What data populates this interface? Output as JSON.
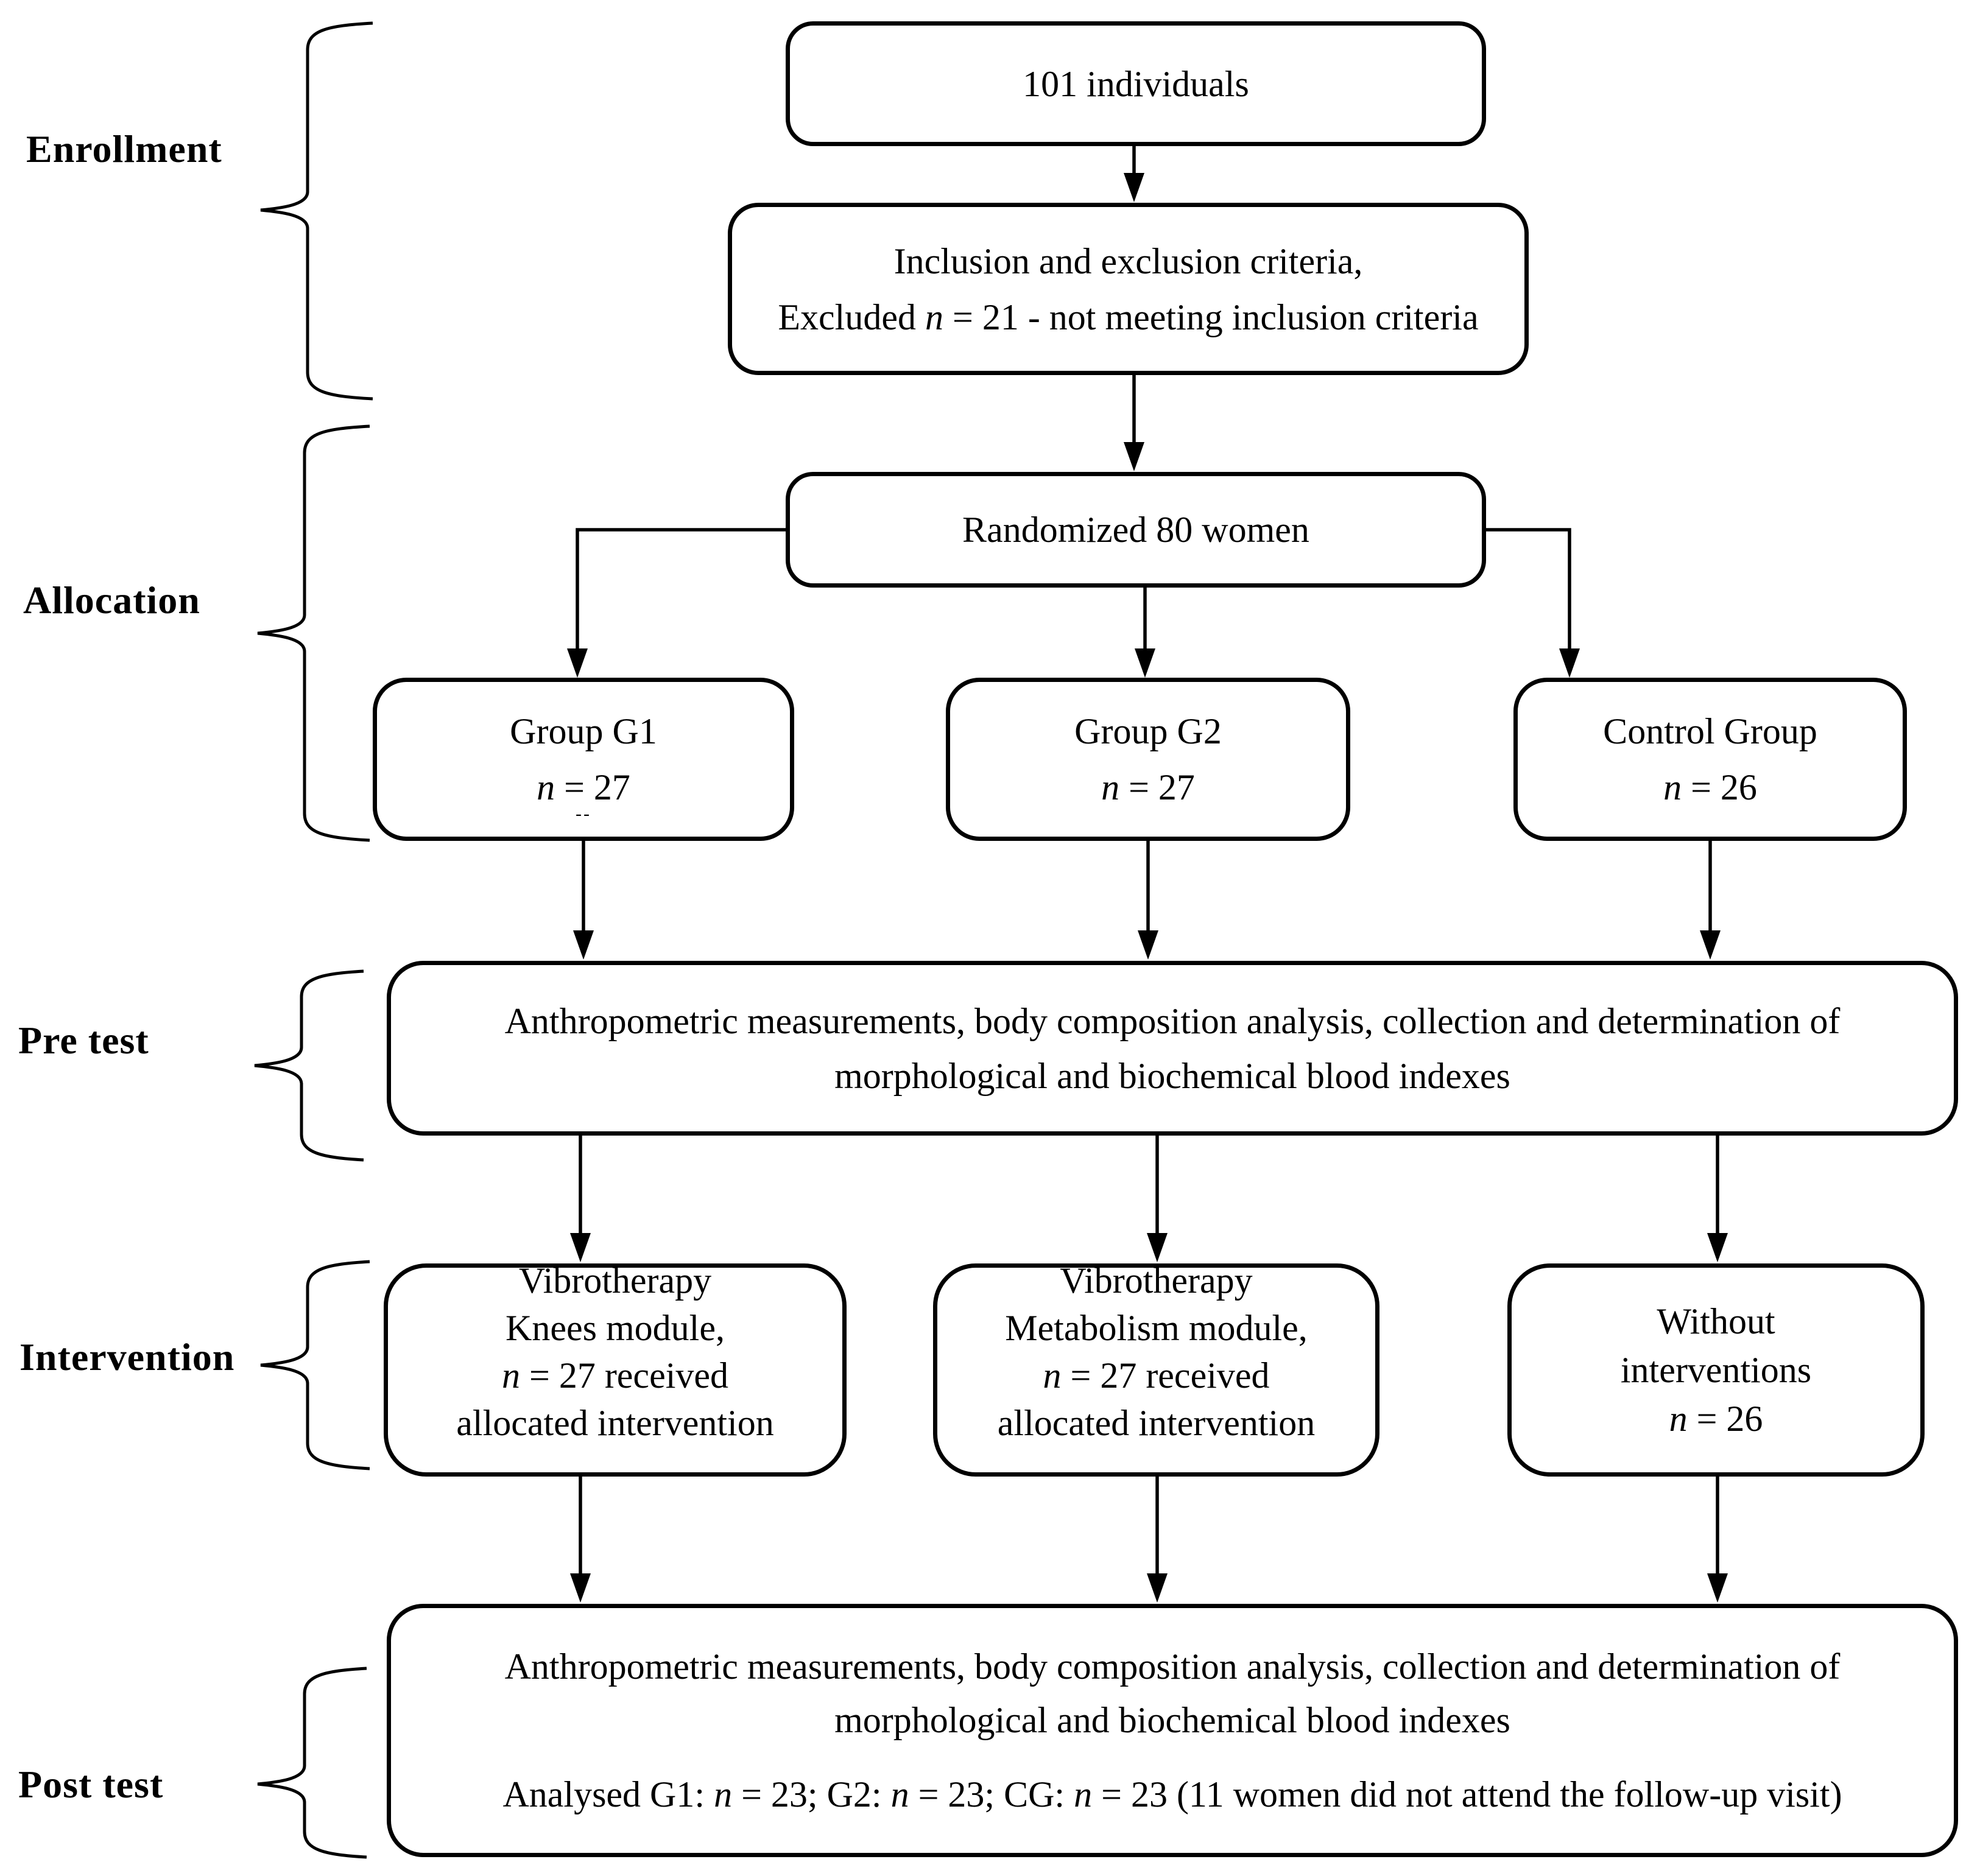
{
  "diagram": {
    "title_hidden": "",
    "stages": [
      {
        "label": "Enrollment"
      },
      {
        "label": "Allocation"
      },
      {
        "label": "Pre test"
      },
      {
        "label": "Intervention"
      },
      {
        "label": "Post test"
      }
    ],
    "sym": {
      "n": "n"
    },
    "boxes": {
      "individuals": {
        "text": "101 individuals"
      },
      "criteria": {
        "line1": "Inclusion and exclusion criteria,",
        "excluded_prefix": "Excluded ",
        "excluded_suffix": " = 21 - not meeting inclusion criteria"
      },
      "randomized": {
        "text": "Randomized 80 women"
      },
      "g1": {
        "title": "Group G1",
        "n_suffix": " = 27",
        "artifact": "--"
      },
      "g2": {
        "title": "Group G2",
        "n_suffix": " = 27"
      },
      "cg": {
        "title": "Control Group",
        "n_suffix": " = 26"
      },
      "pretest": {
        "line1": "Anthropometric measurements, body composition analysis, collection and determination of",
        "line2": "morphological and biochemical blood indexes"
      },
      "int1": {
        "l1": "Vibrotherapy",
        "l2": "Knees module,",
        "n_suffix": " = 27 received",
        "l4": "allocated intervention"
      },
      "int2": {
        "l1": "Vibrotherapy",
        "l2": "Metabolism module,",
        "n_suffix": " = 27 received",
        "l4": "allocated intervention"
      },
      "int3": {
        "l1": "Without",
        "l2": "interventions",
        "n_suffix": " = 26"
      },
      "posttest": {
        "line1": "Anthropometric measurements, body composition analysis, collection and determination of",
        "line2": "morphological and biochemical blood indexes",
        "a1": "Analysed G1: ",
        "a2": " = 23; G2: ",
        "a3": " = 23; CG: ",
        "a4": " = 23 (11 women did not attend the follow-up visit)"
      }
    },
    "colors": {
      "ink": "#000000",
      "paper": "#ffffff"
    }
  }
}
